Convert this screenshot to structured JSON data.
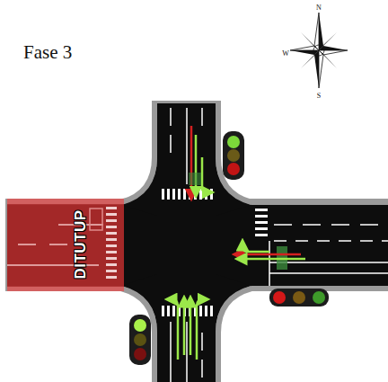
{
  "diagram": {
    "title": "Fase 3",
    "labels": [
      "N",
      "W",
      "S",
      "DITUTUP"
    ]
  }
}
